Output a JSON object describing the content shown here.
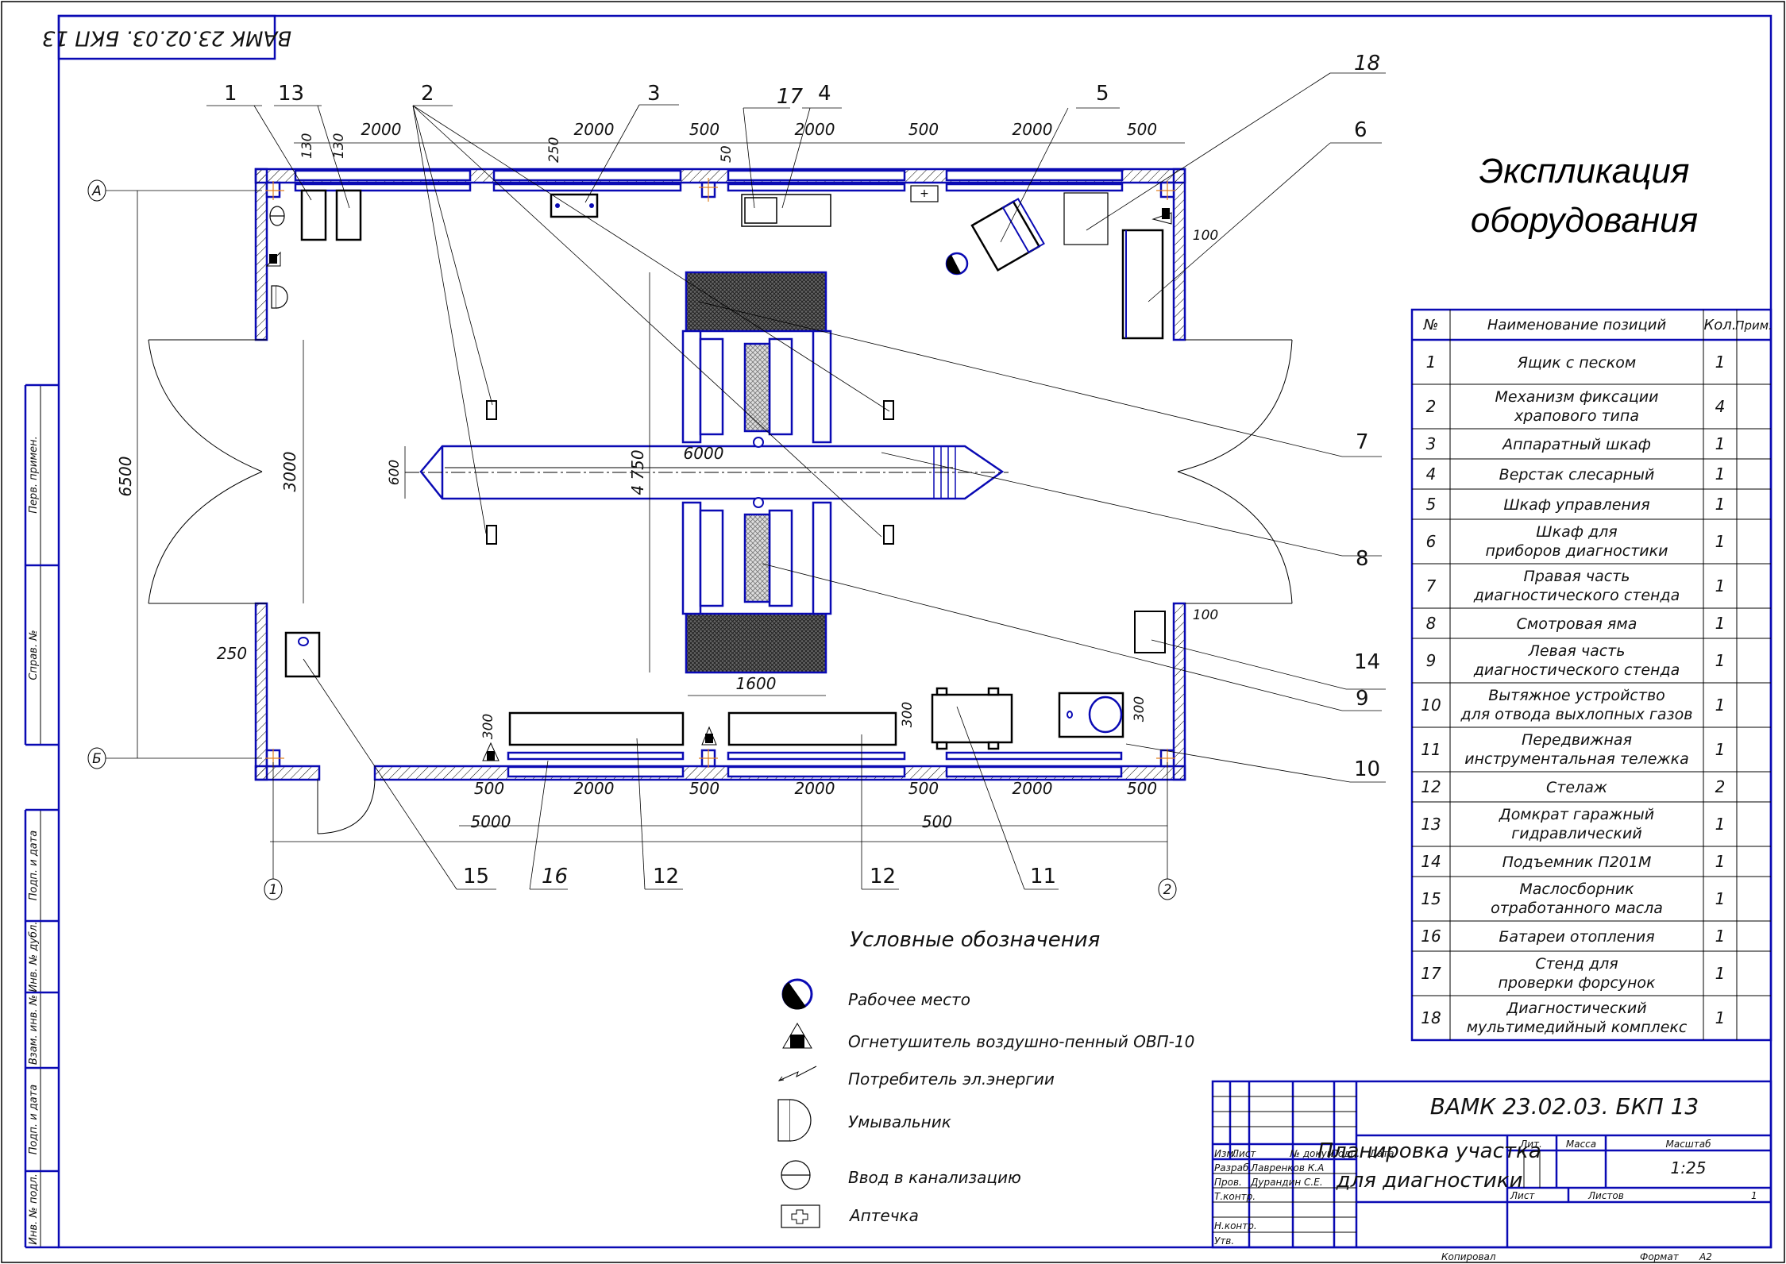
{
  "stamp_rotated": "ВАМК 23.02.03. БКП 13",
  "explication_title": [
    "Экспликация",
    "оборудования"
  ],
  "table": {
    "headers": {
      "num": "№",
      "name": "Наименование позиций",
      "qty": "Кол.",
      "note": "Прим."
    },
    "rows": [
      {
        "num": "1",
        "name": [
          "Ящик с песком"
        ],
        "qty": "1"
      },
      {
        "num": "2",
        "name": [
          "Механизм фиксации",
          "храпового типа"
        ],
        "qty": "4"
      },
      {
        "num": "3",
        "name": [
          "Аппаратный шкаф"
        ],
        "qty": "1"
      },
      {
        "num": "4",
        "name": [
          "Верстак слесарный"
        ],
        "qty": "1"
      },
      {
        "num": "5",
        "name": [
          "Шкаф управления"
        ],
        "qty": "1"
      },
      {
        "num": "6",
        "name": [
          "Шкаф для",
          "приборов диагностики"
        ],
        "qty": "1"
      },
      {
        "num": "7",
        "name": [
          "Правая часть",
          "диагностического стенда"
        ],
        "qty": "1"
      },
      {
        "num": "8",
        "name": [
          "Смотровая яма"
        ],
        "qty": "1"
      },
      {
        "num": "9",
        "name": [
          "Левая часть",
          "диагностического стенда"
        ],
        "qty": "1"
      },
      {
        "num": "10",
        "name": [
          "Вытяжное устройство",
          "для отвода выхлопных газов"
        ],
        "qty": "1"
      },
      {
        "num": "11",
        "name": [
          "Передвижная",
          "инструментальная тележка"
        ],
        "qty": "1"
      },
      {
        "num": "12",
        "name": [
          "Стелаж"
        ],
        "qty": "2"
      },
      {
        "num": "13",
        "name": [
          "Домкрат гаражный",
          "гидравлический"
        ],
        "qty": "1"
      },
      {
        "num": "14",
        "name": [
          "Подъемник П201М"
        ],
        "qty": "1"
      },
      {
        "num": "15",
        "name": [
          "Маслосборник",
          "отработанного масла"
        ],
        "qty": "1"
      },
      {
        "num": "16",
        "name": [
          "Батареи отопления"
        ],
        "qty": "1"
      },
      {
        "num": "17",
        "name": [
          "Стенд для",
          "проверки форсунок"
        ],
        "qty": "1"
      },
      {
        "num": "18",
        "name": [
          "Диагностический",
          "мультимедийный комплекс"
        ],
        "qty": "1"
      }
    ]
  },
  "legend": {
    "title": "Условные обозначения",
    "items": [
      {
        "icon": "workplace-icon",
        "label": "Рабочее место"
      },
      {
        "icon": "fire-extinguisher-icon",
        "label": "Огнетушитель воздушно-пенный ОВП-10"
      },
      {
        "icon": "power-consumer-icon",
        "label": "Потребитель эл.энергии"
      },
      {
        "icon": "washbasin-icon",
        "label": "Умывальник"
      },
      {
        "icon": "sewer-inlet-icon",
        "label": "Ввод в канализацию"
      },
      {
        "icon": "first-aid-icon",
        "label": "Аптечка"
      }
    ]
  },
  "title_block": {
    "doc_code": "ВАМК 23.02.03. БКП 13",
    "title": [
      "Планировка участка",
      "для диагностики"
    ],
    "col_headers": [
      "Изм.",
      "Лист",
      "№ докум.",
      "Подп.",
      "Дата"
    ],
    "roles": [
      "Разраб.",
      "Пров.",
      "Т.контр.",
      "",
      "Н.контр.",
      "Утв."
    ],
    "names": [
      "Лавренков К.А",
      "Дурандин С.Е.",
      "",
      "",
      "",
      ""
    ],
    "lit": "Лит.",
    "mass": "Масса",
    "scale_label": "Масштаб",
    "scale": "1:25",
    "sheet": "Лист",
    "sheets": "Листов",
    "sheets_count": "1",
    "copied": "Копировал",
    "format_label": "Формат",
    "format": "A2"
  },
  "side_stamp": [
    "Перв. примен.",
    "Справ. №",
    "Подп. и дата",
    "Инв. № дубл.",
    "Взам. инв. №",
    "Подп. и дата",
    "Инв. № подл."
  ],
  "plan": {
    "axes": {
      "a": "А",
      "b": "Б",
      "one": "1",
      "two": "2"
    },
    "dims": {
      "top": [
        "2000",
        "2000",
        "500",
        "2000",
        "500",
        "2000",
        "500"
      ],
      "top_small": [
        "130",
        "130",
        "250",
        "50"
      ],
      "bottom": [
        "500",
        "2000",
        "500",
        "2000",
        "500",
        "2000",
        "500"
      ],
      "bottom_total_left": "5000",
      "bottom_total_right": "500",
      "height": "6500",
      "gate": "3000",
      "pit_width": "600",
      "pit_length": "6000",
      "stand_length": "4 750",
      "stand_width": "1600",
      "side_300": [
        "300",
        "300",
        "300"
      ],
      "right_100": [
        "100",
        "100"
      ],
      "left_250": "250"
    },
    "callouts": [
      "1",
      "13",
      "2",
      "3",
      "17",
      "4",
      "5",
      "18",
      "6",
      "7",
      "8",
      "14",
      "9",
      "10",
      "15",
      "16",
      "12",
      "12",
      "11"
    ]
  }
}
